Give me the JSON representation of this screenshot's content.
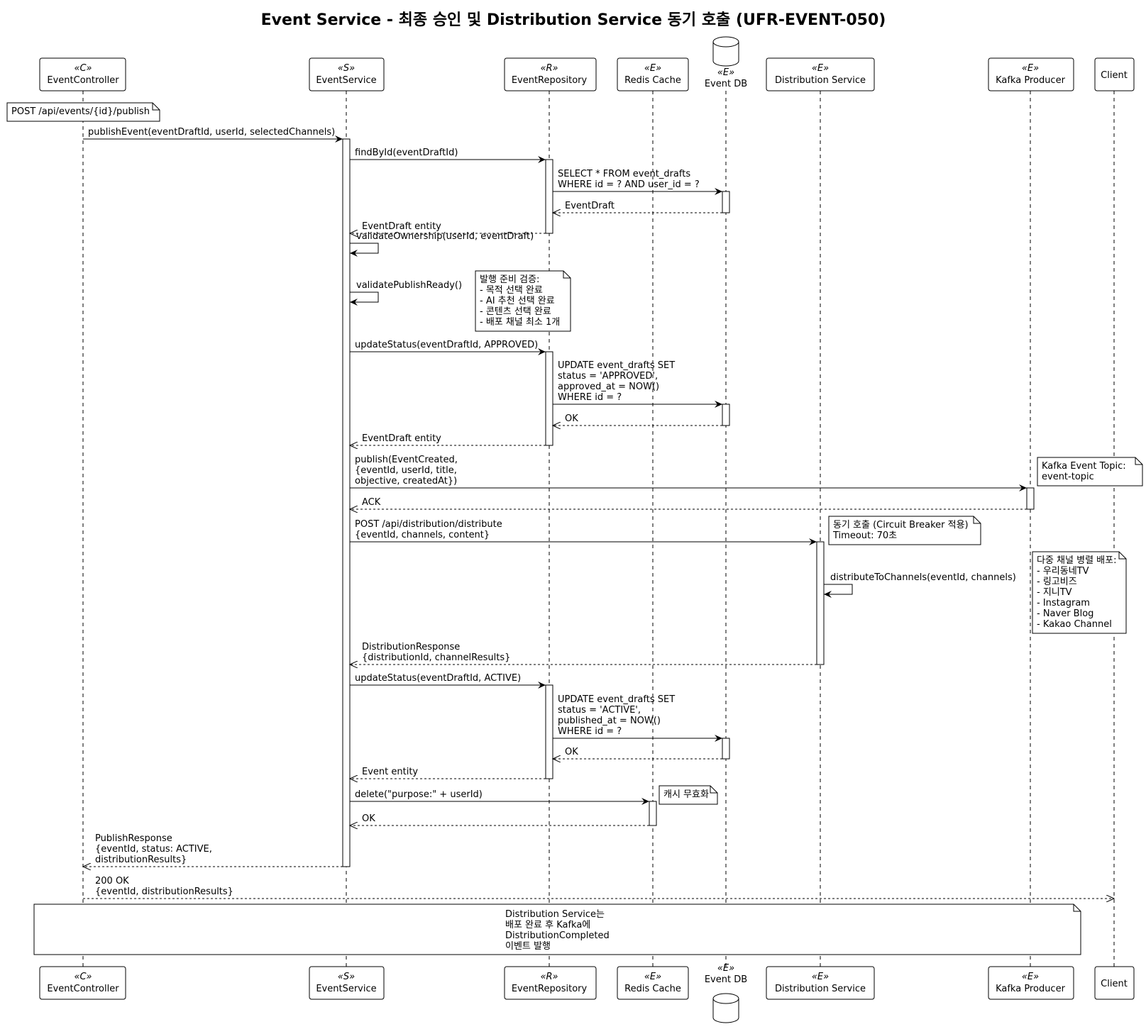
{
  "diagram": {
    "title": "Event Service - 최종 승인 및 Distribution Service 동기 호출 (UFR-EVENT-050)"
  },
  "participants": [
    {
      "id": "controller",
      "stereotype": "«C»",
      "name": "EventController"
    },
    {
      "id": "service",
      "stereotype": "«S»",
      "name": "EventService"
    },
    {
      "id": "repository",
      "stereotype": "«R»",
      "name": "EventRepository"
    },
    {
      "id": "redis",
      "stereotype": "«E»",
      "name": "Redis Cache"
    },
    {
      "id": "db",
      "stereotype": "«E»",
      "name": "Event DB"
    },
    {
      "id": "distribution",
      "stereotype": "«E»",
      "name": "Distribution Service"
    },
    {
      "id": "kafka",
      "stereotype": "«E»",
      "name": "Kafka Producer"
    },
    {
      "id": "client",
      "stereotype": "",
      "name": "Client"
    }
  ],
  "messages": [
    {
      "id": "m1",
      "from": "controller",
      "to": "service",
      "style": "call",
      "lines": [
        "publishEvent(eventDraftId, userId, selectedChannels)"
      ]
    },
    {
      "id": "m2",
      "from": "service",
      "to": "repository",
      "style": "call",
      "lines": [
        "findById(eventDraftId)"
      ]
    },
    {
      "id": "m3",
      "from": "repository",
      "to": "db",
      "style": "call",
      "lines": [
        "SELECT * FROM event_drafts",
        "WHERE id = ? AND user_id = ?"
      ]
    },
    {
      "id": "m4",
      "from": "db",
      "to": "repository",
      "style": "return",
      "lines": [
        "EventDraft"
      ]
    },
    {
      "id": "m5",
      "from": "repository",
      "to": "service",
      "style": "return",
      "lines": [
        "EventDraft entity"
      ]
    },
    {
      "id": "m6",
      "from": "service",
      "to": "service",
      "style": "self",
      "lines": [
        "validateOwnership(userId, eventDraft)"
      ]
    },
    {
      "id": "m7",
      "from": "service",
      "to": "service",
      "style": "self",
      "lines": [
        "validatePublishReady()"
      ]
    },
    {
      "id": "m8",
      "from": "service",
      "to": "repository",
      "style": "call",
      "lines": [
        "updateStatus(eventDraftId, APPROVED)"
      ]
    },
    {
      "id": "m9",
      "from": "repository",
      "to": "db",
      "style": "call",
      "lines": [
        "UPDATE event_drafts SET",
        "status = 'APPROVED',",
        "approved_at = NOW()",
        "WHERE id = ?"
      ]
    },
    {
      "id": "m10",
      "from": "db",
      "to": "repository",
      "style": "return",
      "lines": [
        "OK"
      ]
    },
    {
      "id": "m11",
      "from": "repository",
      "to": "service",
      "style": "return",
      "lines": [
        "EventDraft entity"
      ]
    },
    {
      "id": "m12",
      "from": "service",
      "to": "kafka",
      "style": "call",
      "lines": [
        "publish(EventCreated,",
        "{eventId, userId, title,",
        "objective, createdAt})"
      ]
    },
    {
      "id": "m13",
      "from": "kafka",
      "to": "service",
      "style": "return",
      "lines": [
        "ACK"
      ]
    },
    {
      "id": "m14",
      "from": "service",
      "to": "distribution",
      "style": "call",
      "lines": [
        "POST /api/distribution/distribute",
        "{eventId, channels, content}"
      ]
    },
    {
      "id": "m15",
      "from": "distribution",
      "to": "distribution",
      "style": "self",
      "lines": [
        "distributeToChannels(eventId, channels)"
      ]
    },
    {
      "id": "m16",
      "from": "distribution",
      "to": "service",
      "style": "return",
      "lines": [
        "DistributionResponse",
        "{distributionId, channelResults}"
      ]
    },
    {
      "id": "m17",
      "from": "service",
      "to": "repository",
      "style": "call",
      "lines": [
        "updateStatus(eventDraftId, ACTIVE)"
      ]
    },
    {
      "id": "m18",
      "from": "repository",
      "to": "db",
      "style": "call",
      "lines": [
        "UPDATE event_drafts SET",
        "status = 'ACTIVE',",
        "published_at = NOW()",
        "WHERE id = ?"
      ]
    },
    {
      "id": "m19",
      "from": "db",
      "to": "repository",
      "style": "return",
      "lines": [
        "OK"
      ]
    },
    {
      "id": "m20",
      "from": "repository",
      "to": "service",
      "style": "return",
      "lines": [
        "Event entity"
      ]
    },
    {
      "id": "m21",
      "from": "service",
      "to": "redis",
      "style": "call",
      "lines": [
        "delete(\"purpose:\" + userId)"
      ]
    },
    {
      "id": "m22",
      "from": "redis",
      "to": "service",
      "style": "return",
      "lines": [
        "OK"
      ]
    },
    {
      "id": "m23",
      "from": "service",
      "to": "controller",
      "style": "return",
      "lines": [
        "PublishResponse",
        "{eventId, status: ACTIVE,",
        "distributionResults}"
      ]
    },
    {
      "id": "m24",
      "from": "controller",
      "to": "client",
      "style": "return",
      "lines": [
        "200 OK",
        "{eventId, distributionResults}"
      ]
    }
  ],
  "notes": [
    {
      "id": "n1",
      "lines": [
        "POST /api/events/{id}/publish"
      ]
    },
    {
      "id": "n2",
      "lines": [
        "발행 준비 검증:",
        "- 목적 선택 완료",
        "- AI 추천 선택 완료",
        "- 콘텐츠 선택 완료",
        "- 배포 채널 최소 1개"
      ]
    },
    {
      "id": "n3",
      "lines": [
        "Kafka Event Topic:",
        "event-topic"
      ]
    },
    {
      "id": "n4",
      "lines": [
        "동기 호출 (Circuit Breaker 적용)",
        "Timeout: 70초"
      ]
    },
    {
      "id": "n5",
      "lines": [
        "다중 채널 병렬 배포:",
        "- 우리동네TV",
        "- 링고비즈",
        "- 지니TV",
        "- Instagram",
        "- Naver Blog",
        "- Kakao Channel"
      ]
    },
    {
      "id": "n6",
      "lines": [
        "캐시 무효화"
      ]
    },
    {
      "id": "n7",
      "lines": [
        "Distribution Service는",
        "배포 완료 후 Kafka에",
        "DistributionCompleted",
        "이벤트 발행"
      ]
    }
  ]
}
